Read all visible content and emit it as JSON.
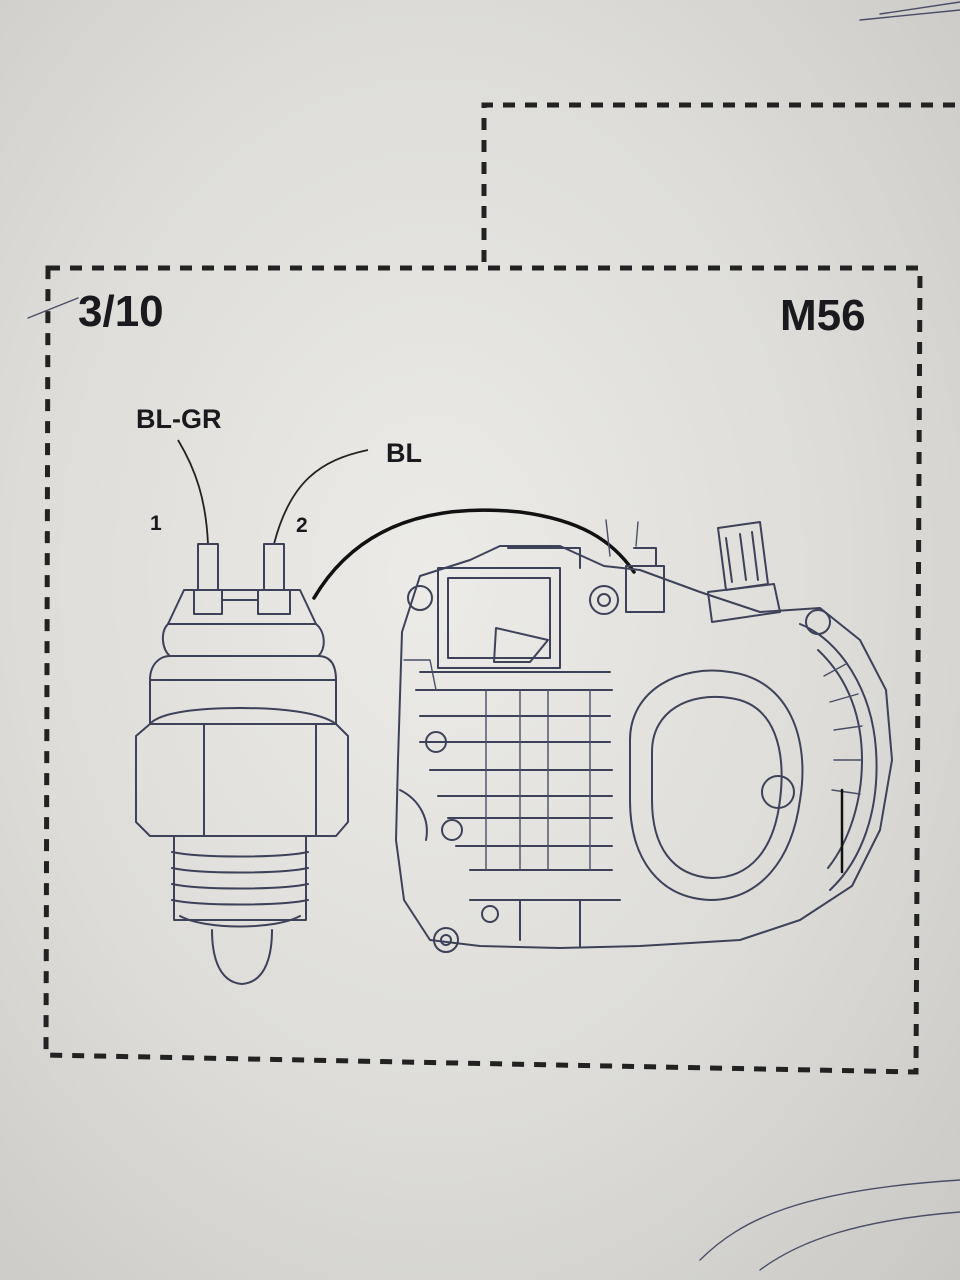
{
  "diagram": {
    "page_ref": "3/10",
    "component_code": "M56",
    "wire_labels": {
      "pin1_wire": "BL-GR",
      "pin2_wire": "BL"
    },
    "pin_numbers": {
      "pin1": "1",
      "pin2": "2"
    }
  }
}
